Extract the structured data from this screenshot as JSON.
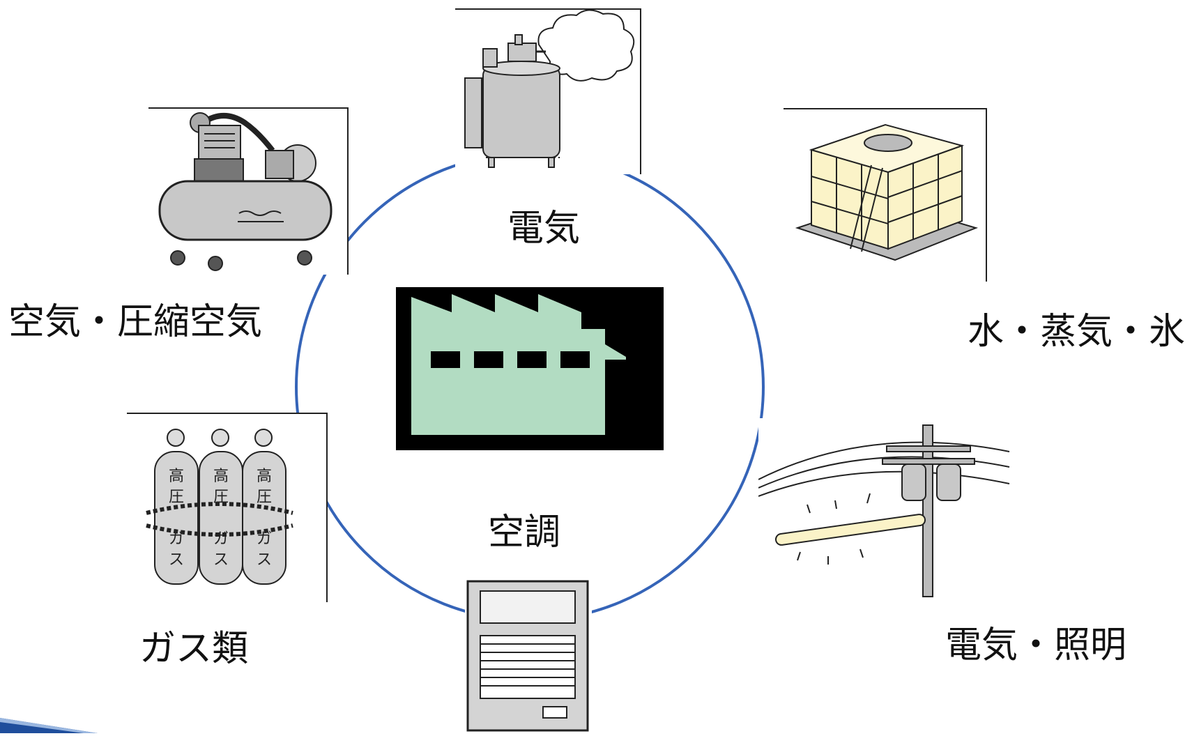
{
  "labels": {
    "top_center": "電気",
    "top_left": "空気・圧縮空気",
    "right_upper": "水・蒸気・氷",
    "left_lower": "ガス類",
    "right_lower": "電気・照明",
    "bottom_center": "空調"
  },
  "cylinder_text": [
    "高",
    "圧",
    "ガ",
    "ス"
  ],
  "colors": {
    "ring": "#3564b8",
    "factory_fill": "#b2dcc2",
    "factory_bg": "#000000",
    "tank_fill": "#fbf3c8",
    "machine_fill": "#c8c8c8",
    "accent_blue": "#1f4e9c"
  },
  "icons": {
    "center": "factory-icon",
    "boiler": "boiler-icon",
    "compressor": "air-compressor-icon",
    "water_tank": "water-tank-icon",
    "gas": "gas-cylinders-icon",
    "power_pole": "power-pole-icon",
    "aircon": "air-conditioner-icon"
  }
}
